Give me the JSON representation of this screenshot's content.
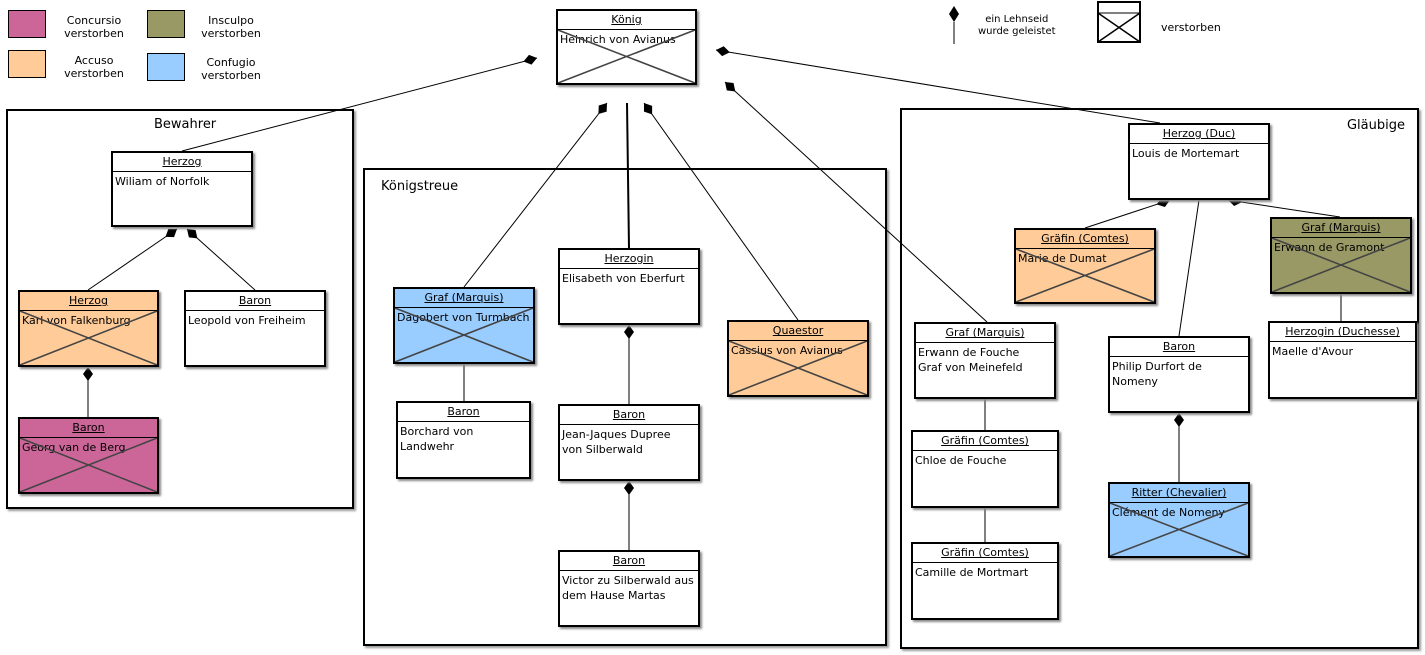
{
  "colors": {
    "concursio": "#cc6699",
    "accuso": "#ffcc99",
    "insculpo": "#999966",
    "confugio": "#99ccff",
    "plain": "#ffffff"
  },
  "legend": {
    "concursio": "Concursio\nverstorben",
    "accuso": "Accuso\nverstorben",
    "insculpo": "Insculpo\nverstorben",
    "confugio": "Confugio\nverstorben",
    "oath": "ein Lehnseid\nwurde geleistet",
    "deceased": "verstorben"
  },
  "groups": {
    "bewahrer": "Bewahrer",
    "koenigstreue": "Königstreue",
    "glaeubige": "Gläubige"
  },
  "nodes": {
    "koenig": {
      "title": "König",
      "name": "Heinrich von Avianus",
      "color": "plain",
      "deceased": true
    },
    "norfolk": {
      "title": "Herzog",
      "name": "Wiliam of Norfolk",
      "color": "plain",
      "deceased": false
    },
    "falkenburg": {
      "title": "Herzog",
      "name": "Karl von Falkenburg",
      "color": "accuso",
      "deceased": true
    },
    "freiheim": {
      "title": "Baron",
      "name": "Leopold von Freiheim",
      "color": "plain",
      "deceased": false
    },
    "berg": {
      "title": "Baron",
      "name": "Georg van de Berg",
      "color": "concursio",
      "deceased": true
    },
    "turmbach": {
      "title": "Graf (Marquis)",
      "name": "Dagobert von Turmbach",
      "color": "confugio",
      "deceased": true
    },
    "landwehr": {
      "title": "Baron",
      "name": "Borchard von\nLandwehr",
      "color": "plain",
      "deceased": false
    },
    "eberfurt": {
      "title": "Herzogin",
      "name": "Elisabeth von Eberfurt",
      "color": "plain",
      "deceased": false
    },
    "silberwald": {
      "title": "Baron",
      "name": "Jean-Jaques Dupree\nvon Silberwald",
      "color": "plain",
      "deceased": false
    },
    "martas": {
      "title": "Baron",
      "name": "Victor zu Silberwald aus\ndem Hause Martas",
      "color": "plain",
      "deceased": false
    },
    "cassius": {
      "title": "Quaestor",
      "name": "Cassius von Avianus",
      "color": "accuso",
      "deceased": true
    },
    "mortemart": {
      "title": "Herzog (Duc)",
      "name": "Louis de Mortemart",
      "color": "plain",
      "deceased": false
    },
    "dumat": {
      "title": "Gräfin (Comtes)",
      "name": "Marie de Dumat",
      "color": "accuso",
      "deceased": true
    },
    "gramont": {
      "title": "Graf (Marquis)",
      "name": "Erwann de Gramont",
      "color": "insculpo",
      "deceased": true
    },
    "fouche": {
      "title": "Graf (Marquis)",
      "name": "Erwann de Fouche\nGraf von Meinefeld",
      "color": "plain",
      "deceased": false
    },
    "nomeny": {
      "title": "Baron",
      "name": "Philip Durfort de\nNomeny",
      "color": "plain",
      "deceased": false
    },
    "avour": {
      "title": "Herzogin (Duchesse)",
      "name": "Maelle d'Avour",
      "color": "plain",
      "deceased": false
    },
    "chloe": {
      "title": "Gräfin (Comtes)",
      "name": "Chloe de Fouche",
      "color": "plain",
      "deceased": false
    },
    "clement": {
      "title": "Ritter (Chevalier)",
      "name": "Clément de Nomeny",
      "color": "confugio",
      "deceased": true
    },
    "camille": {
      "title": "Gräfin (Comtes)",
      "name": "Camille de Mortmart",
      "color": "plain",
      "deceased": false
    }
  },
  "links": [
    {
      "from": "koenig",
      "to": "norfolk",
      "oath": true
    },
    {
      "from": "koenig",
      "to": "turmbach",
      "oath": true
    },
    {
      "from": "koenig",
      "to": "eberfurt",
      "oath": false
    },
    {
      "from": "koenig",
      "to": "cassius",
      "oath": true
    },
    {
      "from": "koenig",
      "to": "fouche",
      "oath": true
    },
    {
      "from": "koenig",
      "to": "mortemart",
      "oath": true
    },
    {
      "from": "norfolk",
      "to": "falkenburg",
      "oath": true
    },
    {
      "from": "norfolk",
      "to": "freiheim",
      "oath": true
    },
    {
      "from": "falkenburg",
      "to": "berg",
      "oath": true
    },
    {
      "from": "turmbach",
      "to": "landwehr",
      "oath": false
    },
    {
      "from": "eberfurt",
      "to": "silberwald",
      "oath": true
    },
    {
      "from": "silberwald",
      "to": "martas",
      "oath": true
    },
    {
      "from": "mortemart",
      "to": "dumat",
      "oath": true
    },
    {
      "from": "mortemart",
      "to": "gramont",
      "oath": true
    },
    {
      "from": "mortemart",
      "to": "nomeny",
      "oath": false
    },
    {
      "from": "gramont",
      "to": "avour",
      "oath": false
    },
    {
      "from": "fouche",
      "to": "chloe",
      "oath": false
    },
    {
      "from": "chloe",
      "to": "camille",
      "oath": false
    },
    {
      "from": "nomeny",
      "to": "clement",
      "oath": true
    }
  ]
}
